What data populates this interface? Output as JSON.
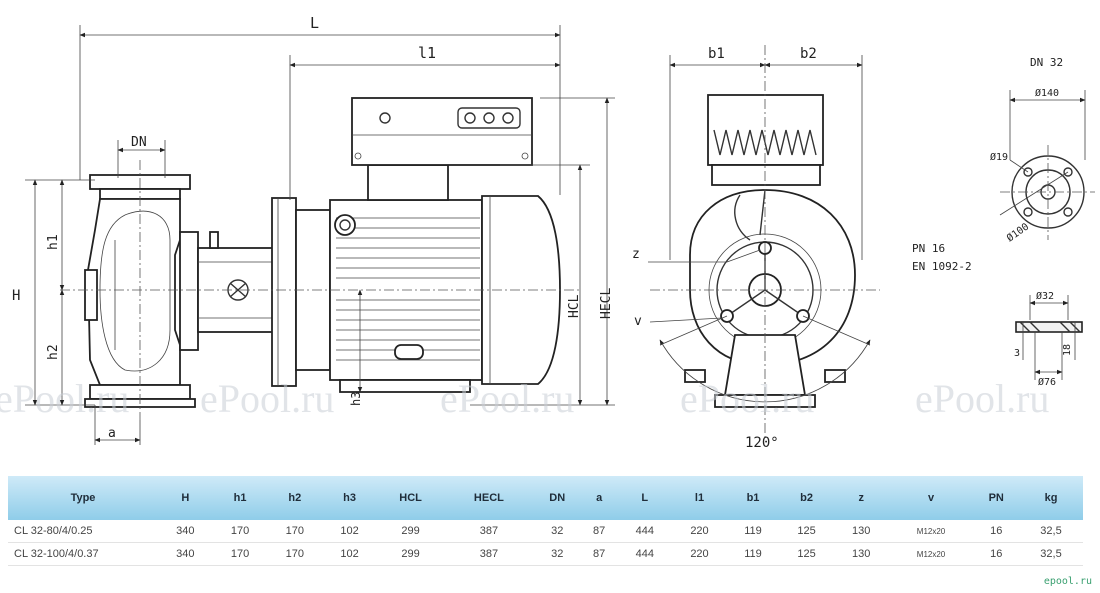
{
  "drawing": {
    "labels": {
      "L": "L",
      "l1": "l1",
      "DN": "DN",
      "h1": "h1",
      "H": "H",
      "h2": "h2",
      "a": "a",
      "h3": "h3",
      "HCL": "HCL",
      "HECL": "HECL",
      "b1": "b1",
      "b2": "b2",
      "z": "z",
      "v": "v",
      "angle": "120°"
    },
    "flange": {
      "title": "DN 32",
      "d140": "Ø140",
      "d19": "Ø19",
      "d100": "Ø100",
      "pn": "PN 16",
      "standard": "EN 1092-2",
      "d32": "Ø32",
      "d76": "Ø76",
      "d3": "3",
      "d18": "18"
    },
    "watermark": [
      "ePool.ru",
      "ePool.ru",
      "ePool.ru",
      "ePool.ru",
      "ePool.ru"
    ]
  },
  "table": {
    "headers": [
      "Type",
      "H",
      "h1",
      "h2",
      "h3",
      "HCL",
      "HECL",
      "DN",
      "a",
      "L",
      "l1",
      "b1",
      "b2",
      "z",
      "v",
      "PN",
      "kg"
    ],
    "rows": [
      [
        "CL 32-80/4/0.25",
        "340",
        "170",
        "170",
        "102",
        "299",
        "387",
        "32",
        "87",
        "444",
        "220",
        "119",
        "125",
        "130",
        "M12x20",
        "16",
        "32,5"
      ],
      [
        "CL 32-100/4/0.37",
        "340",
        "170",
        "170",
        "102",
        "299",
        "387",
        "32",
        "87",
        "444",
        "220",
        "119",
        "125",
        "130",
        "M12x20",
        "16",
        "32,5"
      ]
    ]
  },
  "logo": "epool.ru"
}
